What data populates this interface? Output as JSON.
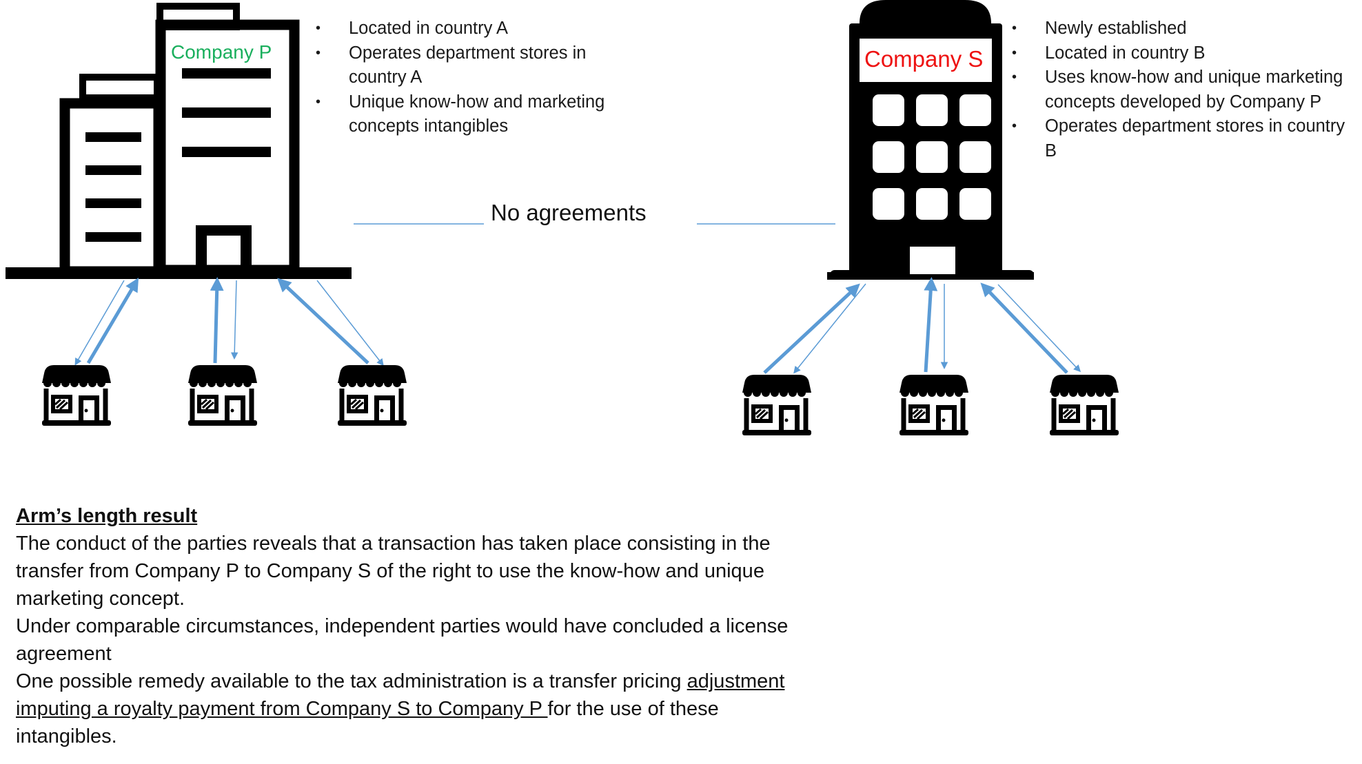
{
  "company_p": {
    "name": "Company P",
    "name_color": "#1aaf5d",
    "bullets": [
      "Located in country A",
      "Operates department stores in country A",
      "Unique know-how and marketing concepts intangibles"
    ]
  },
  "company_s": {
    "name": "Company S",
    "name_color": "#ee1111",
    "bullets": [
      "Newly established",
      "Located in country B",
      "Uses know-how and unique marketing concepts developed by Company P",
      "Operates department stores in country B"
    ]
  },
  "connector": {
    "label": "No agreements",
    "line_color": "#5b9bd5"
  },
  "arrows_color": "#5b9bd5",
  "icons": {
    "company_p_building": "office-building-icon",
    "company_s_building": "tower-building-icon",
    "store": "storefront-icon"
  },
  "result": {
    "heading": "Arm’s length result",
    "paragraph_1": "The conduct of the parties reveals that a transaction has taken place consisting in the transfer from Company P to Company S of the right to use the know-how and unique marketing concept.",
    "paragraph_2": "Under comparable circumstances, independent parties would have concluded a license agreement",
    "paragraph_3_start": "One possible remedy available to the tax administration is a transfer pricing ",
    "paragraph_3_underlined": "adjustment imputing a royalty payment from Company S to Company P ",
    "paragraph_3_end": "for the use of these intangibles."
  }
}
